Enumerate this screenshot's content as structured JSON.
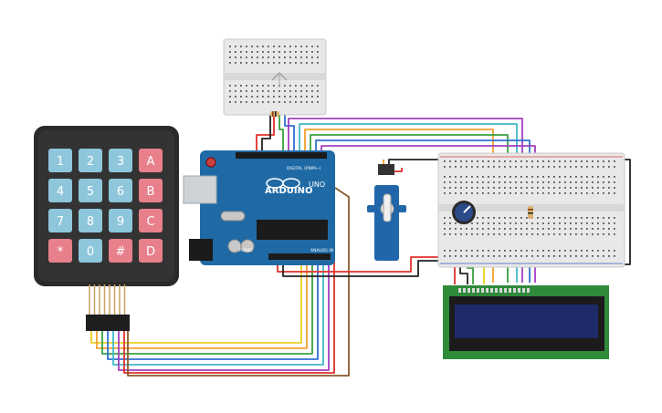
{
  "keypad": {
    "keys": [
      {
        "label": "1",
        "type": "num"
      },
      {
        "label": "2",
        "type": "num"
      },
      {
        "label": "3",
        "type": "num"
      },
      {
        "label": "A",
        "type": "letter"
      },
      {
        "label": "4",
        "type": "num"
      },
      {
        "label": "5",
        "type": "num"
      },
      {
        "label": "6",
        "type": "num"
      },
      {
        "label": "B",
        "type": "letter"
      },
      {
        "label": "7",
        "type": "num"
      },
      {
        "label": "8",
        "type": "num"
      },
      {
        "label": "9",
        "type": "num"
      },
      {
        "label": "C",
        "type": "letter"
      },
      {
        "label": "*",
        "type": "letter"
      },
      {
        "label": "0",
        "type": "num"
      },
      {
        "label": "#",
        "type": "letter"
      },
      {
        "label": "D",
        "type": "letter"
      }
    ],
    "num_color": "#8ec6dc",
    "letter_color": "#e8808c"
  },
  "arduino": {
    "logo_text": "ARDUINO",
    "model_text": "UNO",
    "digital_label": "DIGITAL (PWM~)",
    "analog_label": "ANALOG IN",
    "power_label": "POWER",
    "board_color": "#1f6aa5"
  },
  "wire_colors": {
    "red": "#e0302b",
    "black": "#222222",
    "orange": "#f0a030",
    "yellow": "#e8d020",
    "green": "#3aa040",
    "blue": "#3070d0",
    "purple": "#a040c0",
    "teal": "#40b8c8",
    "brown": "#8a5a2a"
  },
  "lcd": {
    "screen_color": "#1f2a6a",
    "board_color": "#2f8a3a"
  }
}
